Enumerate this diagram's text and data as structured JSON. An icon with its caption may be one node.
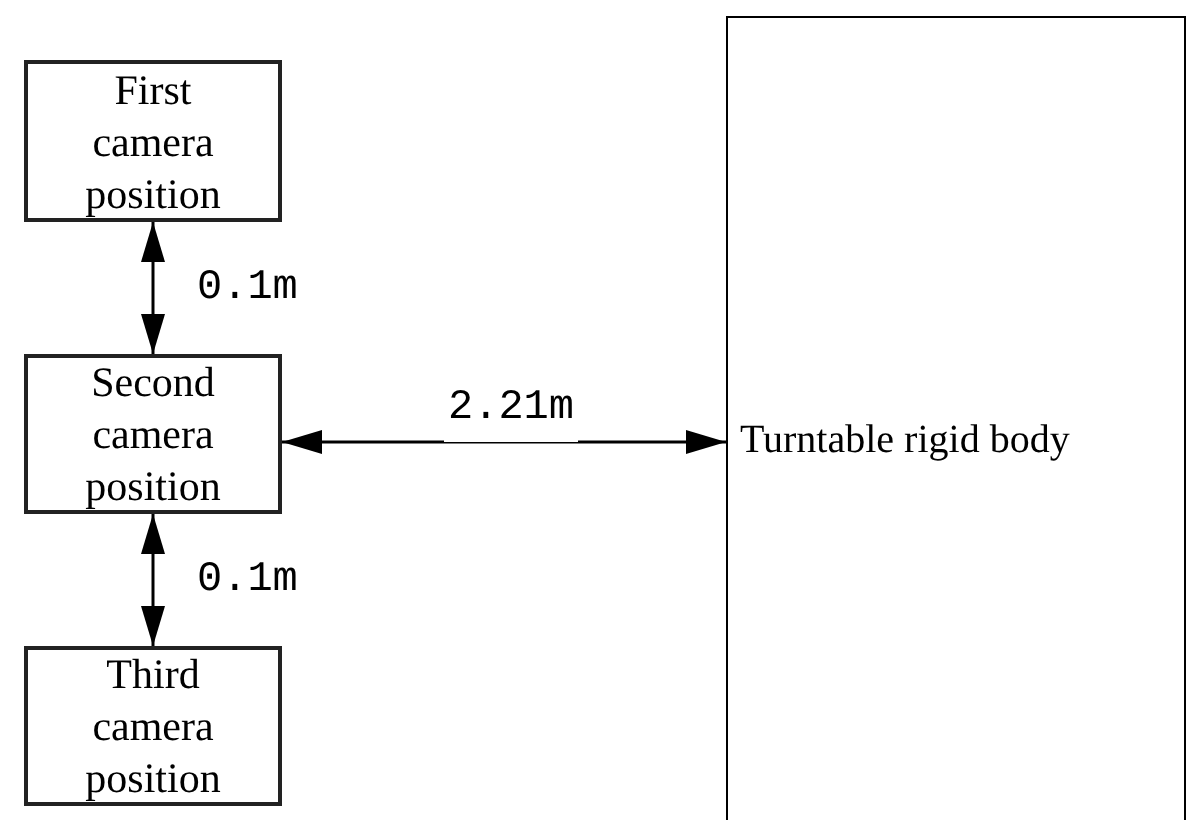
{
  "diagram": {
    "nodes": [
      {
        "text": [
          "First camera position"
        ]
      },
      {
        "text": [
          "Second camera position"
        ]
      },
      {
        "text": [
          "Third camera position"
        ]
      },
      {
        "text": [
          "Turntable rigid body"
        ]
      }
    ],
    "edges": [
      {
        "from": 0,
        "to": 1,
        "arrow": "both",
        "label": "0.1m"
      },
      {
        "from": 1,
        "to": 2,
        "arrow": "both",
        "label": "0.1m"
      },
      {
        "from": 1,
        "to": 3,
        "arrow": "both",
        "label": "2.21m"
      }
    ]
  }
}
